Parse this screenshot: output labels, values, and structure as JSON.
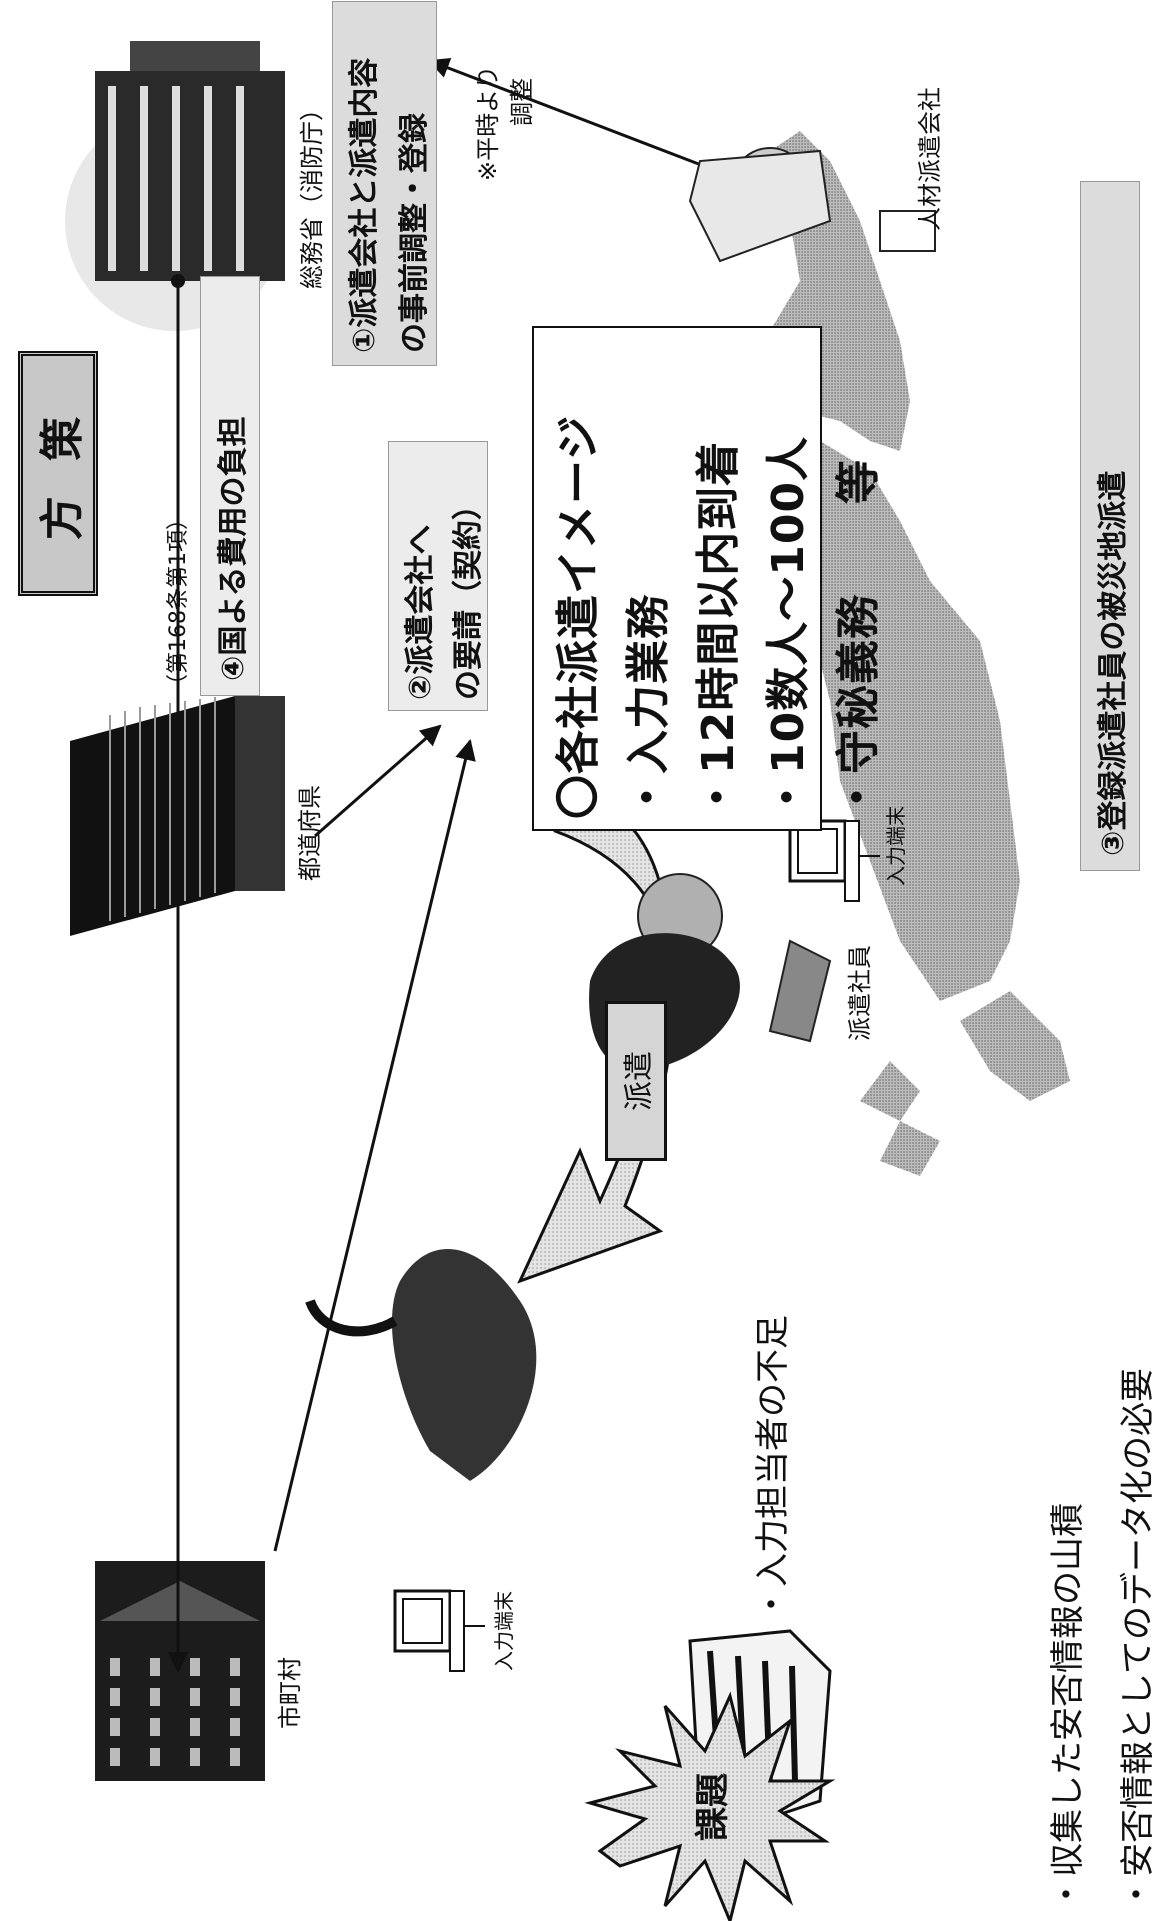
{
  "title": "方 策",
  "nodes": {
    "somusho": "総務省（消防庁）",
    "jinzai": "人材派遣会社",
    "todofuken": "都道府県",
    "shichoson": "市町村",
    "haken_shain": "派遣社員",
    "terminal_a": "入力端末",
    "terminal_b": "入力端末"
  },
  "steps": {
    "s1_line1": "①派遣会社と派遣内容",
    "s1_line2": "の事前調整・登録",
    "s1_note_line1": "※平時より",
    "s1_note_line2": "調整",
    "s2_line1": "②派遣会社へ",
    "s2_line2": "の要請（契約）",
    "s3": "③登録派遣社員の被災地派遣",
    "s4_note": "（第168条第1項）",
    "s4": "④国よる費用の負担"
  },
  "image_box": {
    "heading": "〇各社派遣イメージ",
    "items": [
      "・入力業務",
      "・12時間以内到着",
      "・10数人～100人",
      "・守秘義務　　等"
    ]
  },
  "dispatch_label": "派遣",
  "issues": {
    "label": "課題",
    "shortage": "・入力担当者の不足",
    "pile": "・収集した安否情報の山積",
    "data": "・安否情報としてのデータ化の必要"
  }
}
